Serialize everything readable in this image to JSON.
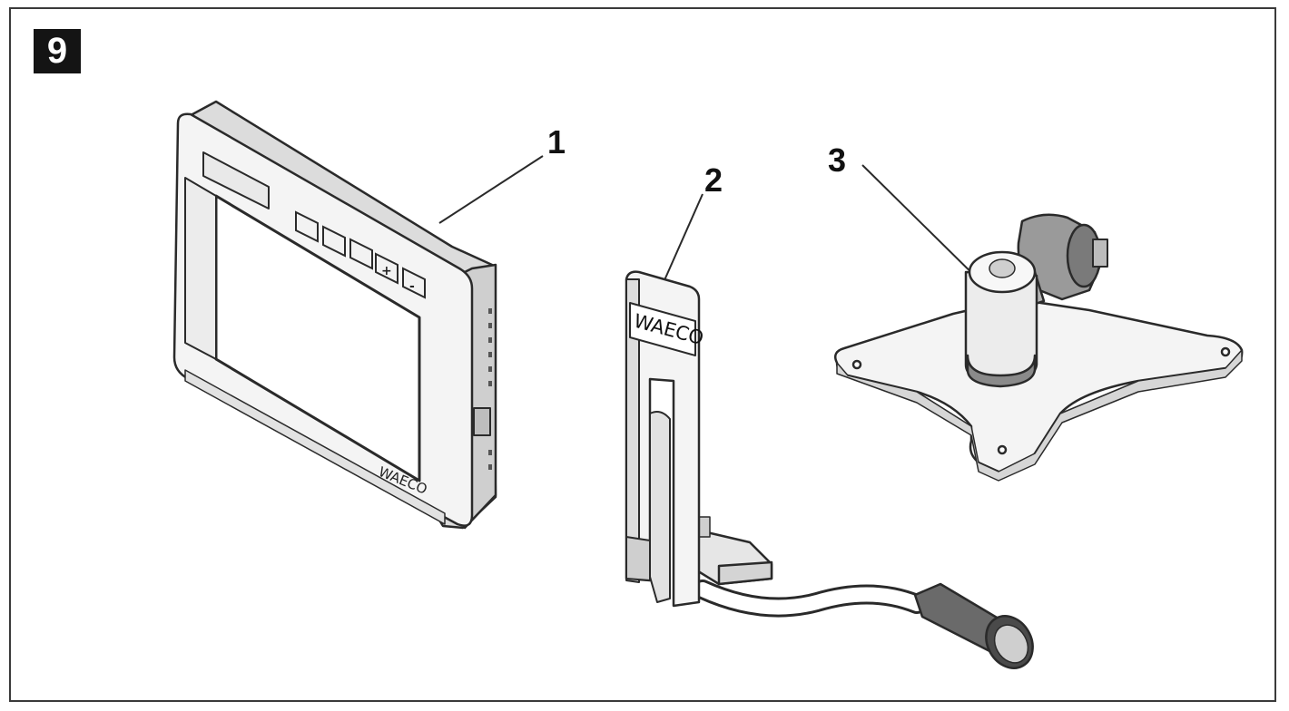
{
  "figure": {
    "number": "9"
  },
  "callouts": [
    {
      "id": "1",
      "label": "1"
    },
    {
      "id": "2",
      "label": "2"
    },
    {
      "id": "3",
      "label": "3"
    }
  ],
  "monitor": {
    "brand": "WAECO",
    "buttons": [
      "",
      "",
      "",
      "+",
      "-"
    ]
  },
  "mount": {
    "brand": "WAECO"
  },
  "colors": {
    "line": "#2a2a2a",
    "light_fill": "#f2f2f2",
    "mid_fill": "#d9d9d9",
    "dark_fill": "#5a5a5a",
    "badge": "#141414"
  },
  "icons": [
    "monitor-icon",
    "bracket-icon",
    "ball-mount-icon"
  ]
}
